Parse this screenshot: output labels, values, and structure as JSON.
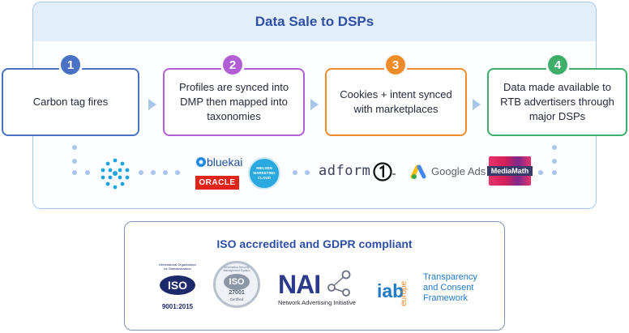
{
  "header": {
    "title": "Data Sale to DSPs"
  },
  "steps": [
    {
      "number": "1",
      "label": "Carbon tag fires",
      "color": "#4a72c4"
    },
    {
      "number": "2",
      "label": "Profiles are synced into DMP then mapped into taxonomies",
      "color": "#b25fd6"
    },
    {
      "number": "3",
      "label": "Cookies + intent synced with marketplaces",
      "color": "#f08c2a"
    },
    {
      "number": "4",
      "label": "Data made available to RTB advertisers through major DSPs",
      "color": "#3fae6a"
    }
  ],
  "logos": {
    "bluekai": "bluekai",
    "oracle": "ORACLE",
    "nielsen": "NIELSEN MARKETING CLOUD",
    "adform": "adform",
    "google_ads": "Google Ads",
    "mediamath": "MediaMath"
  },
  "compliance": {
    "title": "ISO accredited and GDPR compliant",
    "iso9001": {
      "arc_top": "International Organization for Standardization",
      "mark": "ISO",
      "standard": "9001:2015"
    },
    "iso27001": {
      "arc_top": "Information Security Management System",
      "mark": "ISO",
      "standard": "27001",
      "status": "Certified"
    },
    "nai": {
      "mark": "NAI",
      "name": "Network Advertising Initiative"
    },
    "iab": {
      "mark": "iab",
      "region": "europe",
      "framework": "Transparency and Consent Framework"
    }
  },
  "colors": {
    "accent": "#2e4fa3",
    "panel_border": "#a9c6ec"
  }
}
